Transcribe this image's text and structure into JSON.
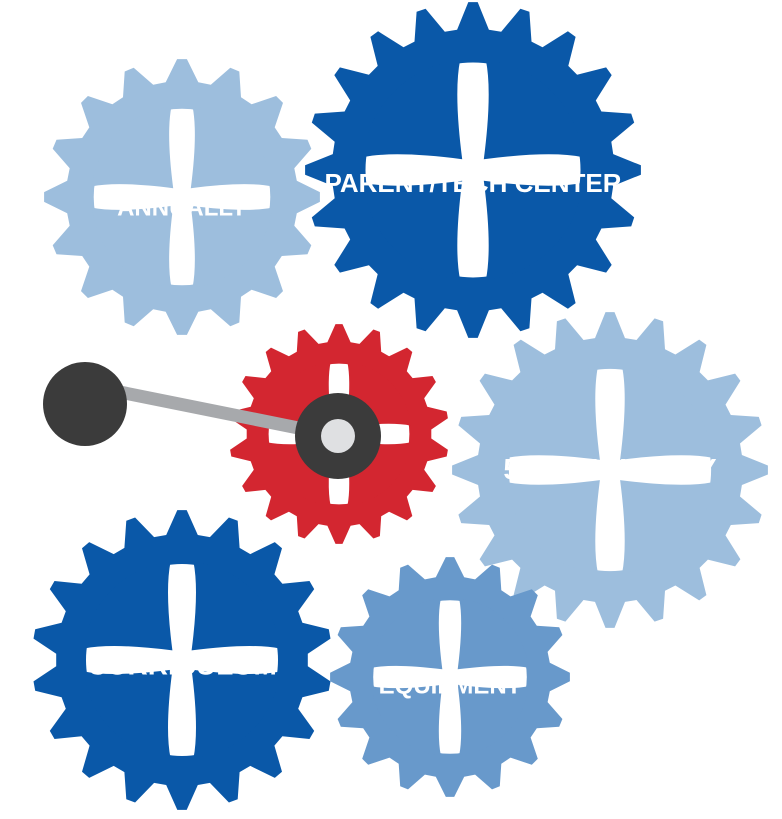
{
  "diagram": {
    "gears": [
      {
        "id": "annually",
        "label": "ANNUALLY",
        "color": "#9dbedd",
        "shade": "light-blue"
      },
      {
        "id": "parent-tech-center",
        "label": "PARENT/TECH CENTER",
        "color": "#0a58a8",
        "shade": "dark-blue"
      },
      {
        "id": "drive",
        "label": "",
        "color": "#d32630",
        "shade": "red"
      },
      {
        "id": "industry",
        "label": "50% INDUSTRY",
        "color": "#9dbedd",
        "shade": "light-blue"
      },
      {
        "id": "curriculum",
        "label": "CURRICULUM",
        "color": "#0a58a8",
        "shade": "dark-blue"
      },
      {
        "id": "equipment",
        "label": "EQUIPMENT",
        "color": "#6899cb",
        "shade": "medium-blue"
      }
    ],
    "crank": {
      "knob_color": "#3b3b3b",
      "arm_color": "#a7a9ac",
      "hub_color": "#3b3b3b",
      "pin_color": "#dfe0e2"
    }
  }
}
